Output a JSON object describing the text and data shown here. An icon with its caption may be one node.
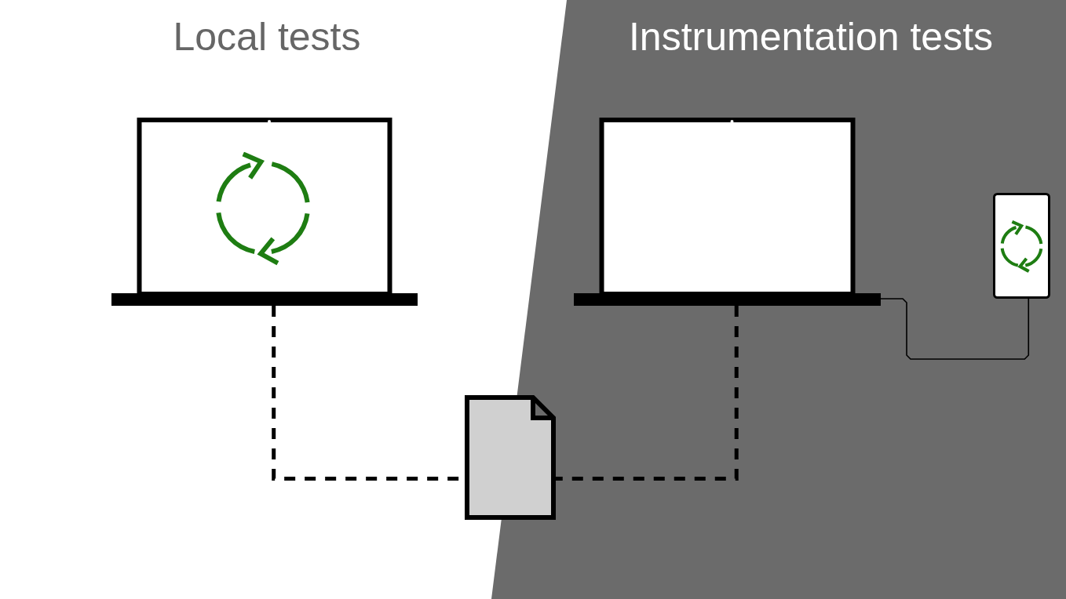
{
  "diagram": {
    "nodes": [
      {
        "text": [],
        "shape": "laptop"
      },
      {
        "text": [],
        "shape": "laptop"
      },
      {
        "text": [],
        "shape": "document"
      },
      {
        "text": [],
        "shape": "phone"
      }
    ],
    "edges": [
      {
        "from": 0,
        "to": 2,
        "arrow": "none",
        "style": "dashed"
      },
      {
        "from": 1,
        "to": 2,
        "arrow": "none",
        "style": "dashed"
      },
      {
        "from": 1,
        "to": 3,
        "arrow": "none"
      }
    ],
    "labels": [
      "Local tests",
      "Instrumentation tests"
    ]
  }
}
